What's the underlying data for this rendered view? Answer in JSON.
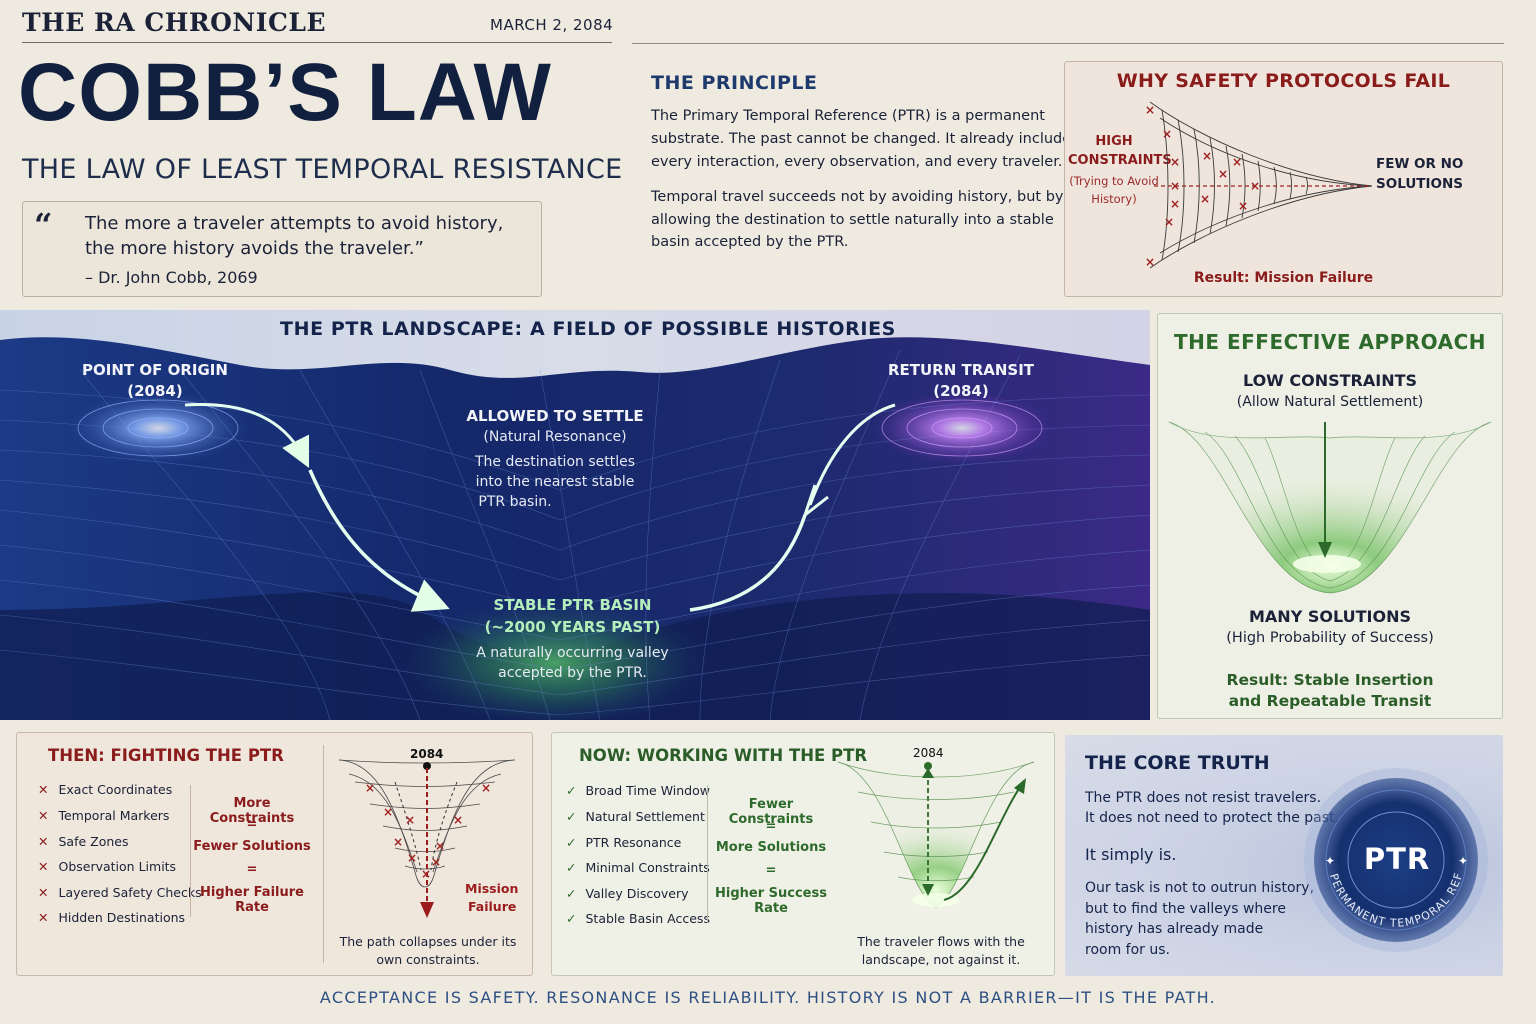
{
  "masthead": {
    "name": "THE RA CHRONICLE",
    "date": "MARCH 2, 2084"
  },
  "headline": "COBB’S LAW",
  "subheadline": "THE LAW OF LEAST TEMPORAL RESISTANCE",
  "quote": {
    "mark": "“",
    "line1": "The more a traveler attempts to avoid history,",
    "line2": "the more history avoids the traveler.”",
    "attribution": "– Dr. John Cobb, 2069"
  },
  "principle": {
    "title": "THE PRINCIPLE",
    "para1": [
      "The Primary Temporal Reference (PTR) is a permanent",
      "substrate. The past cannot be changed. It already includes",
      "every interaction, every observation, and every traveler."
    ],
    "para2": [
      "Temporal travel succeeds not by avoiding history, but by",
      "allowing the destination to settle naturally into a stable",
      "basin accepted by the PTR."
    ]
  },
  "why_fail": {
    "title": "WHY SAFETY PROTOCOLS FAIL",
    "high_line1": "HIGH",
    "high_line2": "CONSTRAINTS",
    "high_sub1": "(Trying to Avoid",
    "high_sub2": "History)",
    "few_line1": "FEW OR NO",
    "few_line2": "SOLUTIONS",
    "result": "Result: Mission Failure"
  },
  "landscape": {
    "title": "THE PTR LANDSCAPE: A FIELD OF POSSIBLE HISTORIES",
    "origin_label": "POINT OF ORIGIN",
    "origin_year": "(2084)",
    "return_label": "RETURN TRANSIT",
    "return_year": "(2084)",
    "settle_label": "ALLOWED TO SETTLE",
    "settle_sub": "(Natural Resonance)",
    "settle_desc": [
      "The destination settles",
      "into the nearest stable",
      "PTR basin."
    ],
    "basin_label": "STABLE PTR BASIN",
    "basin_years": "(~2000 YEARS PAST)",
    "basin_desc": [
      "A naturally occurring valley",
      "accepted by the PTR."
    ]
  },
  "effective": {
    "title": "THE EFFECTIVE APPROACH",
    "low": "LOW CONSTRAINTS",
    "low_sub": "(Allow Natural Settlement)",
    "many": "MANY SOLUTIONS",
    "many_sub": "(High Probability of Success)",
    "result1": "Result: Stable Insertion",
    "result2": "and Repeatable Transit"
  },
  "then": {
    "title": "THEN: FIGHTING THE PTR",
    "mark": "✕",
    "items": [
      "Exact Coordinates",
      "Temporal Markers",
      "Safe Zones",
      "Observation Limits",
      "Layered Safety Checks",
      "Hidden Destinations"
    ],
    "eq1": "More Constraints",
    "eq2": "Fewer Solutions",
    "eq3": "Higher Failure Rate",
    "equals": "=",
    "year": "2084",
    "failure1": "Mission",
    "failure2": "Failure",
    "caption1": "The path collapses under its",
    "caption2": "own constraints."
  },
  "now": {
    "title": "NOW: WORKING WITH THE PTR",
    "mark": "✓",
    "items": [
      "Broad Time Window",
      "Natural Settlement",
      "PTR Resonance",
      "Minimal Constraints",
      "Valley Discovery",
      "Stable Basin Access"
    ],
    "eq1": "Fewer Constraints",
    "eq2": "More Solutions",
    "eq3": "Higher Success Rate",
    "equals": "=",
    "year": "2084",
    "caption1": "The traveler flows with the",
    "caption2": "landscape, not against it."
  },
  "core": {
    "title": "THE CORE TRUTH",
    "line1": "The PTR does not resist travelers.",
    "line2": "It does not need to protect the past.",
    "simply": "It simply is.",
    "task": [
      "Our task is not to outrun history,",
      "but to find the valleys where",
      "history has already made",
      "room for us."
    ],
    "ptr": "PTR",
    "ring_text": "PERMANENT TEMPORAL REFERENCE"
  },
  "footer": "ACCEPTANCE IS SAFETY. RESONANCE IS RELIABILITY. HISTORY IS NOT A BARRIER—IT IS THE PATH."
}
